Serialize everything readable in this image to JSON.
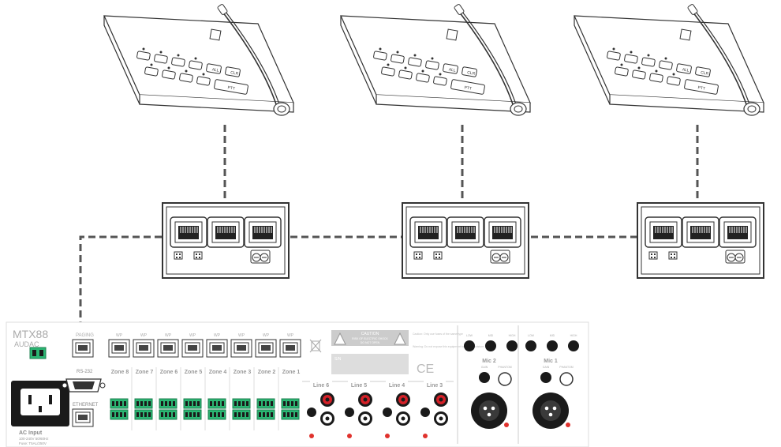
{
  "panel": {
    "brand_model": "MTX88",
    "brand_name": "AUDAC",
    "paging_label": "PAGING",
    "rs232_label": "RS-232",
    "ethernet_label": "ETHERNET",
    "ac_input_label": "AC Input",
    "ac_input_spec_line1": "100-240V 50/60Hz",
    "ac_input_spec_line2": "Fuse: T5AL/250V",
    "wp_label": "WP",
    "zones": [
      "Zone 8",
      "Zone 7",
      "Zone 6",
      "Zone 5",
      "Zone 4",
      "Zone 3",
      "Zone 2",
      "Zone 1"
    ],
    "lines": [
      "Line 6",
      "Line 5",
      "Line 4",
      "Line 3"
    ],
    "mics": [
      "Mic 2",
      "Mic 1"
    ],
    "caution_title": "CAUTION",
    "caution_line1": "RISK OF ELECTRIC SHOCK",
    "caution_line2": "DO NOT OPEN",
    "serial_label": "S/N",
    "ce_mark": "CE",
    "mic_knob_labels": [
      "LOW",
      "MID",
      "HIGH"
    ],
    "phantom_label": "PHANTOM",
    "gain_label": "GAIN",
    "side_note": "Caution: Only use fuses of the same type",
    "warning_note": "Warning: Do not expose this equipment to rain or moisture"
  },
  "paging_consoles": [
    {
      "id": "console-1",
      "buttons": [
        "",
        "",
        "",
        "",
        "",
        "",
        "",
        "",
        "ALL",
        "CLR",
        "PTT"
      ]
    },
    {
      "id": "console-2",
      "buttons": [
        "",
        "",
        "",
        "",
        "",
        "",
        "",
        "",
        "ALL",
        "CLR",
        "PTT"
      ]
    },
    {
      "id": "console-3",
      "buttons": [
        "",
        "",
        "",
        "",
        "",
        "",
        "",
        "",
        "ALL",
        "CLR",
        "PTT"
      ]
    }
  ],
  "colors": {
    "line": "#333333",
    "dash": "#555555",
    "terminal_green": "#2bb673",
    "rca_red": "#d42027",
    "led_red": "#e0322d",
    "panel_text": "#9a9a9a"
  }
}
